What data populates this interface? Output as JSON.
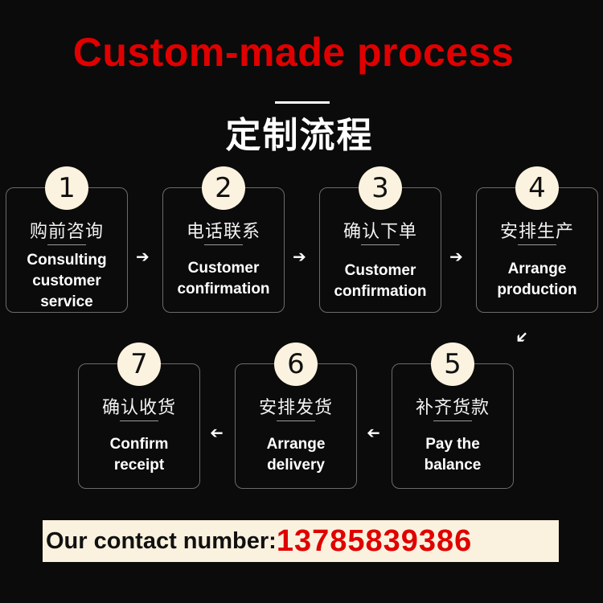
{
  "header": {
    "title": "Custom-made process",
    "subtitle": "定制流程"
  },
  "steps": [
    {
      "number": "1",
      "zh": "购前咨询",
      "en": [
        "Consulting",
        "customer",
        "service"
      ]
    },
    {
      "number": "2",
      "zh": "电话联系",
      "en": [
        "Customer",
        "confirmation"
      ]
    },
    {
      "number": "3",
      "zh": "确认下单",
      "en": [
        "Customer",
        "confirmation"
      ]
    },
    {
      "number": "4",
      "zh": "安排生产",
      "en": [
        "Arrange",
        "production"
      ]
    },
    {
      "number": "5",
      "zh": "补齐货款",
      "en": [
        "Pay the",
        "balance"
      ]
    },
    {
      "number": "6",
      "zh": "安排发货",
      "en": [
        "Arrange",
        "delivery"
      ]
    },
    {
      "number": "7",
      "zh": "确认收货",
      "en": [
        "Confirm",
        "receipt"
      ]
    }
  ],
  "contact": {
    "label": "Our contact number:",
    "number": "13785839386"
  },
  "colors": {
    "title": "#e00000",
    "background": "#0b0b0b",
    "badge": "#fbf3df",
    "contact_bg": "#faf2de"
  }
}
